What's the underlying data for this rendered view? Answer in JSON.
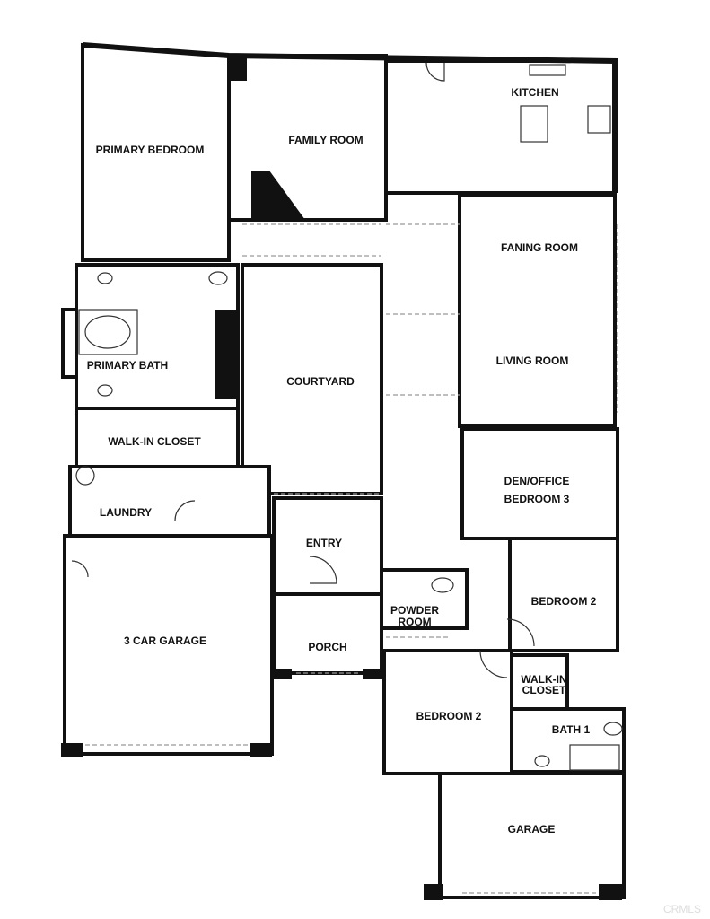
{
  "rooms": {
    "primary_bedroom": "PRIMARY BEDROOM",
    "family_room": "FAMILY ROOM",
    "kitchen": "KITCHEN",
    "faning_room": "FANING ROOM",
    "living_room": "LIVING ROOM",
    "primary_bath": "PRIMARY BATH",
    "courtyard": "COURTYARD",
    "walk_in_closet_primary": "WALK-IN CLOSET",
    "den_line1": "DEN/OFFICE",
    "den_line2": "BEDROOM 3",
    "laundry": "LAUNDRY",
    "entry": "ENTRY",
    "three_car_garage": "3 CAR GARAGE",
    "porch": "PORCH",
    "powder_line1": "POWDER",
    "powder_line2": "ROOM",
    "bedroom2_upper": "BEDROOM 2",
    "walk_in_line1": "WALK-IN",
    "walk_in_line2": "CLOSET",
    "bedroom2_lower": "BEDROOM 2",
    "bath1": "BATH 1",
    "garage": "GARAGE"
  },
  "watermark": "CRMLS"
}
